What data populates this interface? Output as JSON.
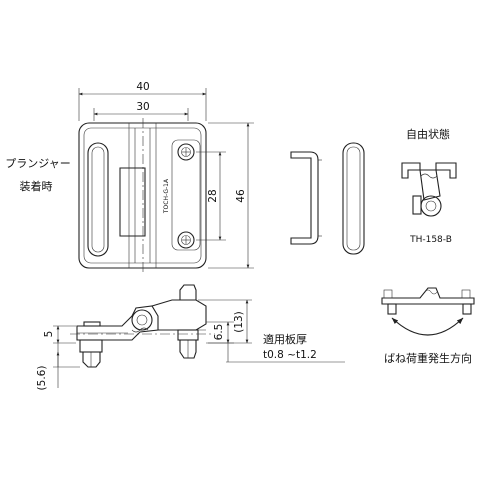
{
  "labels": {
    "plunger_line1": "プランジャー",
    "plunger_line2": "装着時",
    "free_state": "自由状態",
    "model": "TH-158-B",
    "plate_thickness_title": "適用板厚",
    "plate_thickness_range": "t0.8 ~t1.2",
    "spring_load_direction": "ばね荷重発生方向",
    "body_marking": "TOCH-G-1A"
  },
  "dimensions": {
    "overall_width": "40",
    "hole_pitch_width": "30",
    "hole_pitch_height": "28",
    "overall_height": "46",
    "side_height": "(13)",
    "step_height": "6.5",
    "base_height": "5",
    "plunger_length": "(5.6)"
  }
}
